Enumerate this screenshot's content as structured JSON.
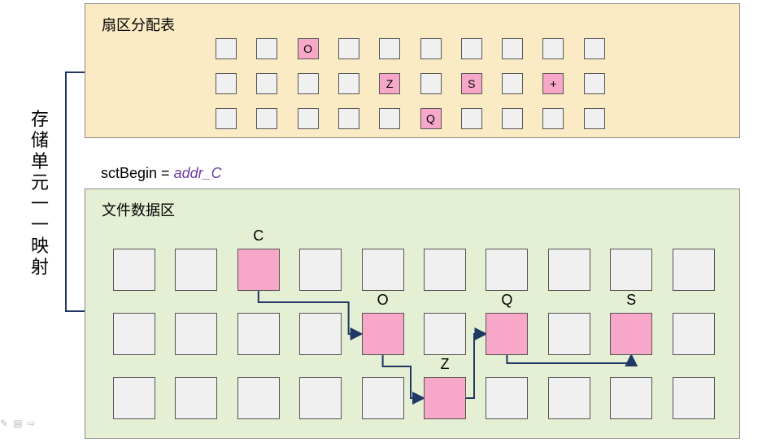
{
  "side_label": "存储单元一一映射",
  "sector_table": {
    "title": "扇区分配表",
    "rows": [
      [
        "",
        "",
        "O",
        "",
        "",
        "",
        "",
        "",
        "",
        ""
      ],
      [
        "",
        "",
        "",
        "",
        "Z",
        "",
        "S",
        "",
        "+",
        ""
      ],
      [
        "",
        "",
        "",
        "",
        "",
        "Q",
        "",
        "",
        "",
        ""
      ]
    ]
  },
  "sct_line": {
    "prefix": "sctBegin = ",
    "value": "addr_C"
  },
  "data_area": {
    "title": "文件数据区",
    "blocks": [
      {
        "row": 0,
        "col": 2,
        "label": "C"
      },
      {
        "row": 1,
        "col": 4,
        "label": "O"
      },
      {
        "row": 2,
        "col": 5,
        "label": "Z"
      },
      {
        "row": 1,
        "col": 6,
        "label": "Q"
      },
      {
        "row": 1,
        "col": 8,
        "label": "S"
      }
    ],
    "chain": [
      "C",
      "O",
      "Z",
      "Q",
      "S"
    ]
  },
  "colors": {
    "pink": "#f7a8c8",
    "arrow": "#1f3864",
    "fat_bg": "#fbebc5",
    "data_bg": "#e5efd3"
  }
}
